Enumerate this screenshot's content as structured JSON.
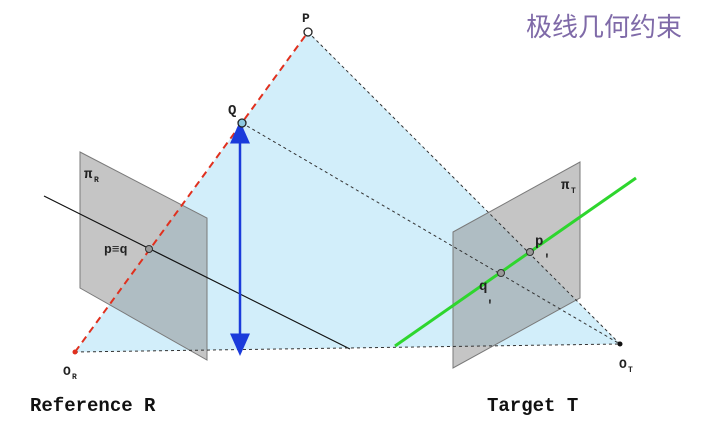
{
  "title": "极线几何约束",
  "labels": {
    "P": "P",
    "Q": "Q",
    "pq": "p≡q",
    "pi_r_main": "π",
    "pi_r_sub": "R",
    "pi_t_main": "π",
    "pi_t_sub": "T",
    "p_prime": "p",
    "q_prime": "q",
    "prime": "'",
    "or_main": "O",
    "or_sub": "R",
    "ot_main": "O",
    "ot_sub": "T"
  },
  "captions": {
    "reference": "Reference R",
    "target": "Target T"
  },
  "colors": {
    "triangle_fill": "#d2eefa",
    "plane_fill": "#8f8f8f",
    "epipolar_line": "#2ed62e",
    "depth_arrow": "#1a3bdb",
    "ray": "#e0301e",
    "title": "#7f6aa8"
  }
}
